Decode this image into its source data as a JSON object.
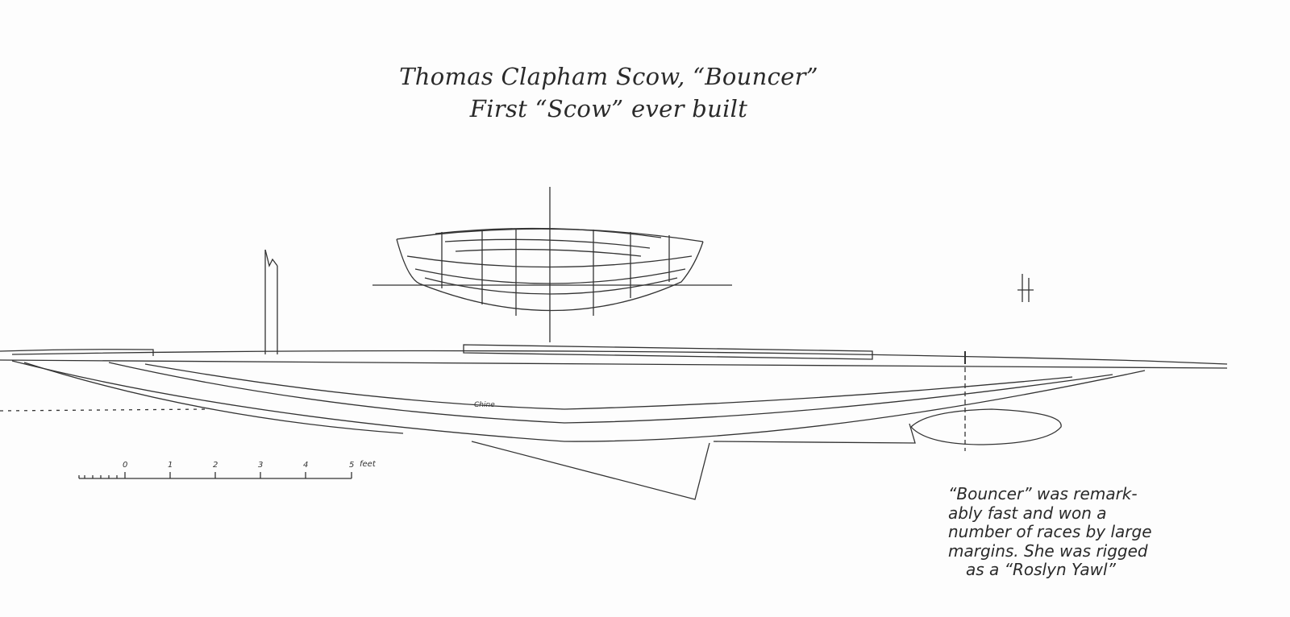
{
  "title": {
    "line1": "Thomas Clapham Scow, “Bouncer”",
    "line2": "First “Scow” ever built"
  },
  "scale": {
    "ticks": [
      "0",
      "1",
      "2",
      "3",
      "4",
      "5"
    ],
    "unit": "feet"
  },
  "hull_label": "Chine",
  "caption": {
    "lines": [
      "“Bouncer” was remark-",
      "ably fast and won a",
      "number of races by large",
      "margins. She was rigged",
      "as a “Roslyn Yawl”"
    ]
  }
}
